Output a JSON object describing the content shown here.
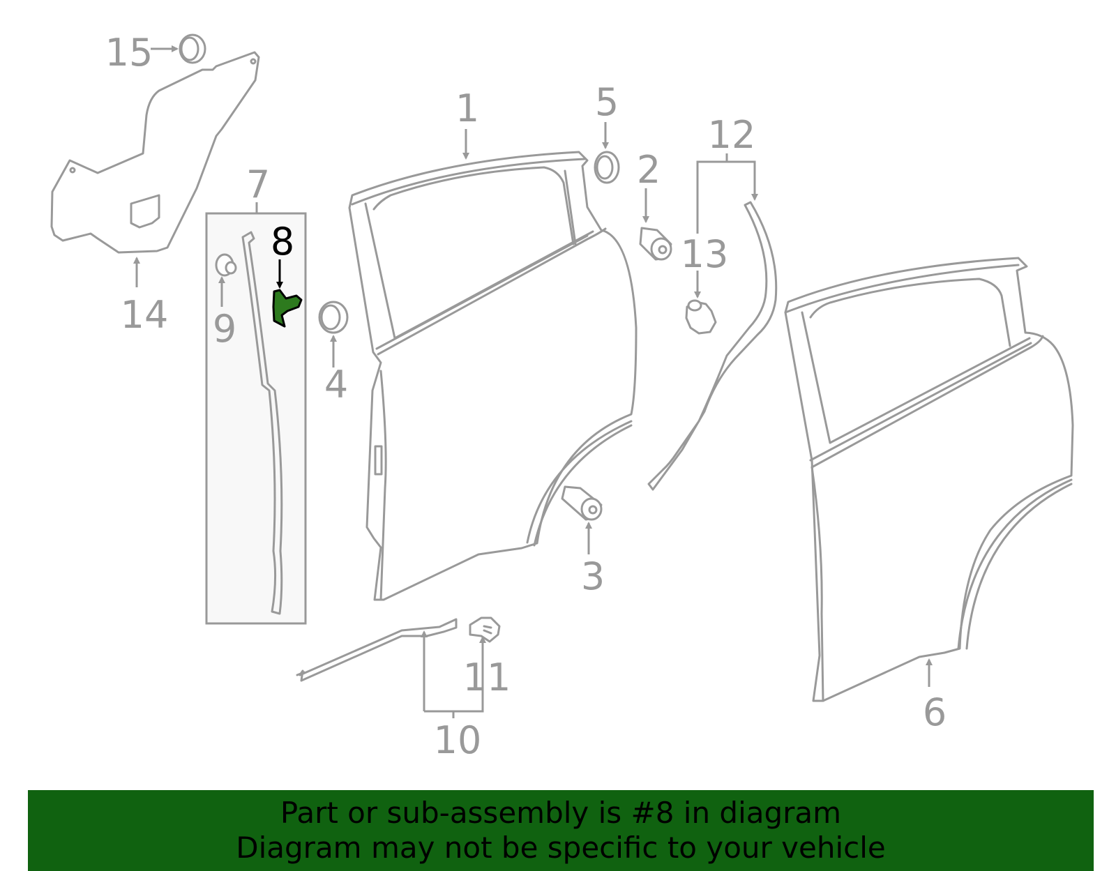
{
  "callouts": {
    "c1": "1",
    "c2": "2",
    "c3": "3",
    "c4": "4",
    "c5": "5",
    "c6": "6",
    "c7": "7",
    "c8": "8",
    "c9": "9",
    "c10": "10",
    "c11": "11",
    "c12": "12",
    "c13": "13",
    "c14": "14",
    "c15": "15"
  },
  "highlight": {
    "part": "8",
    "color": "#2d7a1e",
    "banner_color": "#106210"
  },
  "banner": {
    "line1": "Part or sub-assembly is #8 in diagram",
    "line2": "Diagram may not be specific to your vehicle"
  }
}
